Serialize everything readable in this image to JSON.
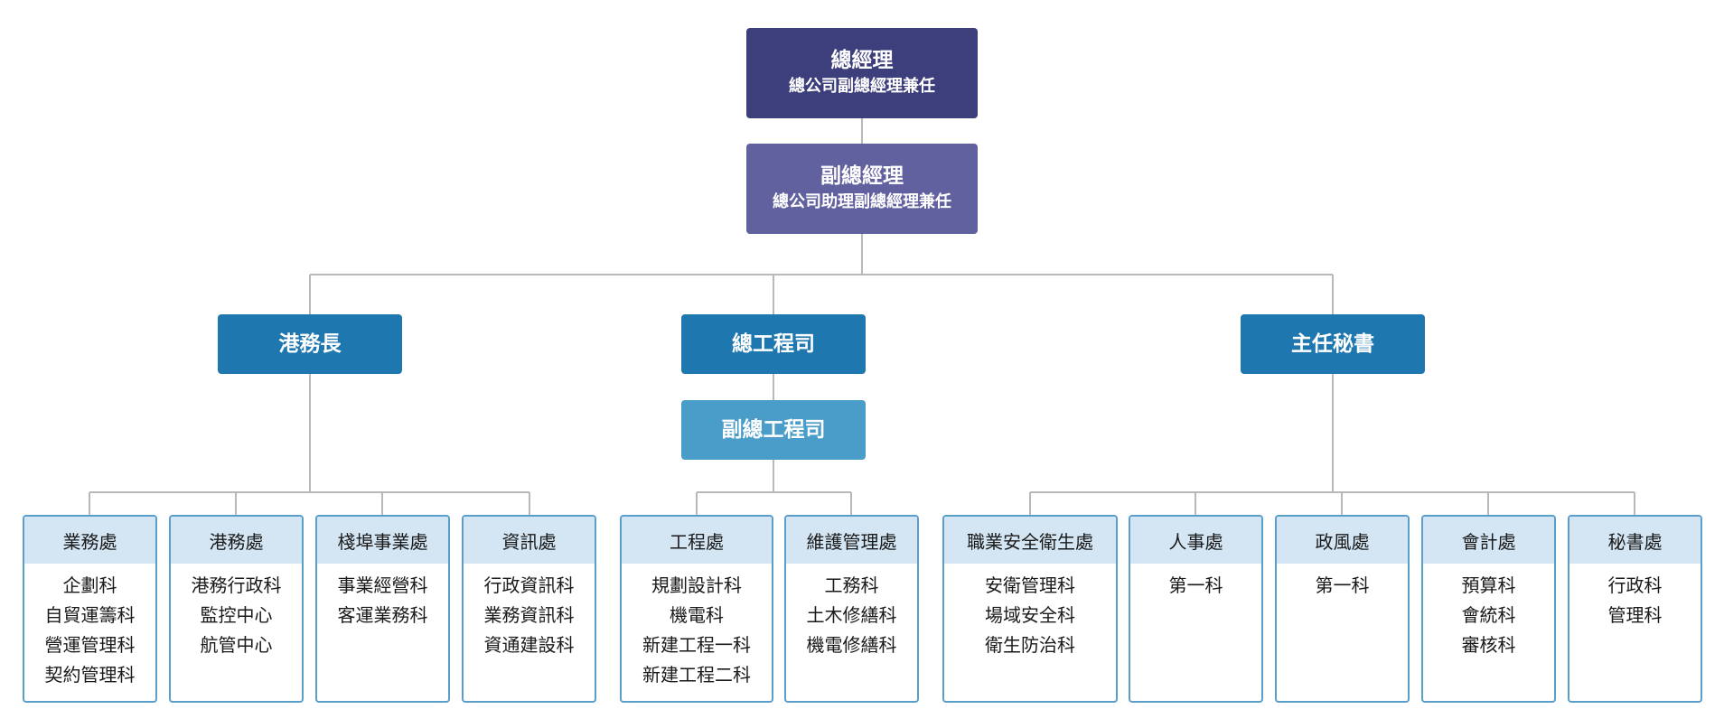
{
  "colors": {
    "top": "#3d3f7c",
    "deputy": "#6161a0",
    "middle": "#1f77b0",
    "deputy_engineer": "#4a9cc9",
    "dept_header_bg": "#d4e6f4",
    "dept_border": "#5a9fcc",
    "connector": "#b8b8b8"
  },
  "top": {
    "title": "總經理",
    "subtitle": "總公司副總經理兼任"
  },
  "deputy": {
    "title": "副總經理",
    "subtitle": "總公司助理副總經理兼任"
  },
  "branches": {
    "harbor": "港務長",
    "engineer": "總工程司",
    "secretary": "主任秘書",
    "deputy_engineer": "副總工程司"
  },
  "departments": [
    {
      "name": "業務處",
      "items": [
        "企劃科",
        "自貿運籌科",
        "營運管理科",
        "契約管理科"
      ]
    },
    {
      "name": "港務處",
      "items": [
        "港務行政科",
        "監控中心",
        "航管中心"
      ]
    },
    {
      "name": "棧埠事業處",
      "items": [
        "事業經營科",
        "客運業務科"
      ]
    },
    {
      "name": "資訊處",
      "items": [
        "行政資訊科",
        "業務資訊科",
        "資通建設科"
      ]
    },
    {
      "name": "工程處",
      "items": [
        "規劃設計科",
        "機電科",
        "新建工程一科",
        "新建工程二科"
      ]
    },
    {
      "name": "維護管理處",
      "items": [
        "工務科",
        "土木修繕科",
        "機電修繕科"
      ]
    },
    {
      "name": "職業安全衛生處",
      "items": [
        "安衛管理科",
        "場域安全科",
        "衛生防治科"
      ]
    },
    {
      "name": "人事處",
      "items": [
        "第一科"
      ]
    },
    {
      "name": "政風處",
      "items": [
        "第一科"
      ]
    },
    {
      "name": "會計處",
      "items": [
        "預算科",
        "會統科",
        "審核科"
      ]
    },
    {
      "name": "秘書處",
      "items": [
        "行政科",
        "管理科"
      ]
    }
  ]
}
